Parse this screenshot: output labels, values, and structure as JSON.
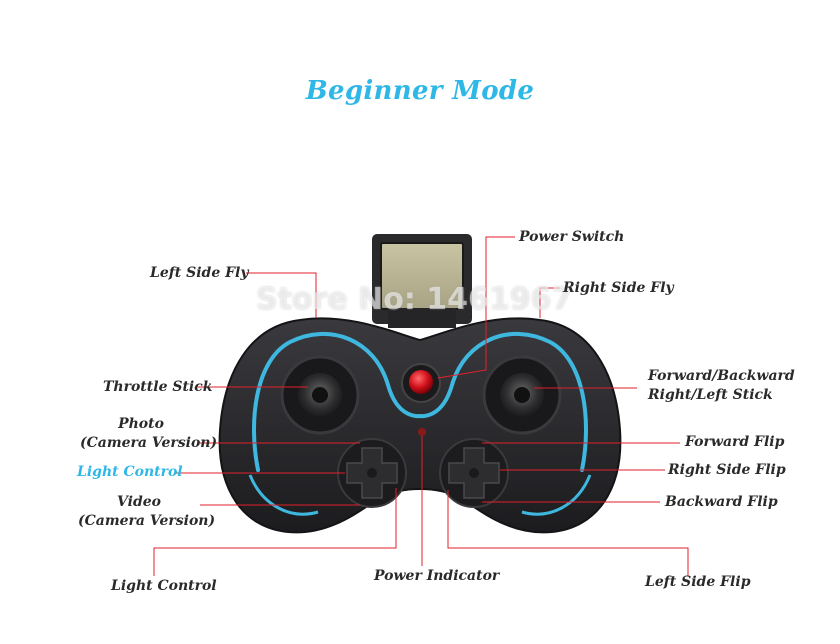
{
  "title": "Beginner Mode",
  "watermark": "Store No: 1461967",
  "labels": {
    "power_switch": "Power Switch",
    "left_side_fly": "Left Side Fly",
    "right_side_fly": "Right Side Fly",
    "throttle_stick": "Throttle Stick",
    "forward_backward_line1": "Forward/Backward",
    "forward_backward_line2": "Right/Left Stick",
    "photo_line1": "Photo",
    "photo_line2": "(Camera Version)",
    "forward_flip": "Forward Flip",
    "light_control_blue": "Light Control",
    "right_side_flip": "Right Side Flip",
    "video_line1": "Video",
    "video_line2": "(Camera Version)",
    "backward_flip": "Backward Flip",
    "light_control": "Light Control",
    "power_indicator": "Power Indicator",
    "left_side_flip": "Left Side Flip"
  },
  "colors": {
    "title": "#2fb8e6",
    "leader_lines": "#e0202a",
    "controller_body": "#2b2b2e",
    "controller_trim": "#3fb8e0",
    "power_button": "#d0101a"
  }
}
